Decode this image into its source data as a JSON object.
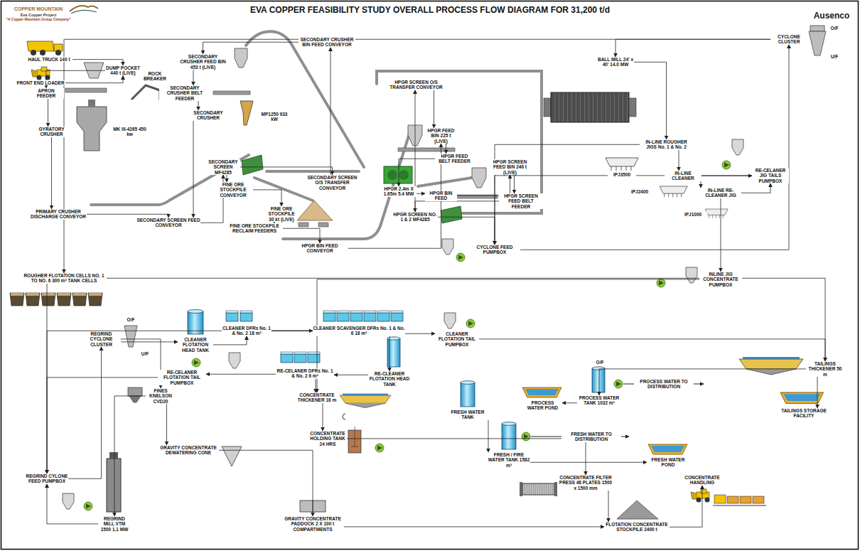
{
  "diagram": {
    "title": "EVA COPPER FEASIBILITY STUDY OVERALL PROCESS FLOW DIAGRAM FOR 31,200 t/d",
    "nodes": [
      {
        "text": [
          "HAUL TRUCK 140 t"
        ]
      },
      {
        "text": [
          "FRONT END LOADER"
        ]
      },
      {
        "text": [
          "DUMP POCKET 440 t (LIVE)"
        ]
      },
      {
        "text": [
          "APRON FEEDER"
        ]
      },
      {
        "text": [
          "ROCK BREAKER"
        ]
      },
      {
        "text": [
          "GYRATORY CRUSHER",
          "MK III-4265 450 kw"
        ]
      },
      {
        "text": [
          "PRIMARY CRUSHER DISCHARGE CONVEYOR"
        ]
      },
      {
        "text": [
          "SECONDARY SCREEN FEED CONVEYOR"
        ]
      },
      {
        "text": [
          "SECONDARY CRUSHER FEED BIN 453 t (LIVE)"
        ]
      },
      {
        "text": [
          "SECONDARY CRUSHER BELT FEEDER"
        ]
      },
      {
        "text": [
          "SECONDARY CRUSHER BIN FEED CONVEYOR"
        ]
      },
      {
        "text": [
          "SECONDARY CRUSHER",
          "MP1250 933 kW"
        ]
      },
      {
        "text": [
          "SECONDARY SCREEN MF4285"
        ]
      },
      {
        "text": [
          "SECONDARY SCREEN O/S TRANSFER CONVEYOR"
        ]
      },
      {
        "text": [
          "FINE ORE STOCKPILE CONVEYOR"
        ]
      },
      {
        "text": [
          "FINE ORE STOCKPILE 30 kt (LIVE)"
        ]
      },
      {
        "text": [
          "FINE ORE STOCKPILE RECLAIM FEEDERS"
        ]
      },
      {
        "text": [
          "HPGR BIN FEED CONVEYOR"
        ]
      },
      {
        "text": [
          "HPGR SCREEN O/S TRANSFER CONVEYOR"
        ]
      },
      {
        "text": [
          "HPGR FEED BIN 225 t (LIVE)"
        ]
      },
      {
        "text": [
          "HPGR FEED BELT FEEDER"
        ]
      },
      {
        "text": [
          "HPGR 2.4m X 1.65m 5.4 MW"
        ]
      },
      {
        "text": [
          "HPGR BIN FEED"
        ]
      },
      {
        "text": [
          "HPGR SCREEN FEED BIN 246 t (LIVE)"
        ]
      },
      {
        "text": [
          "HPGR SCREEN FEED BELT FEEDER"
        ]
      },
      {
        "text": [
          "HPGR SCREEN NO. 1 & 2 MF4285"
        ]
      },
      {
        "text": [
          "BALL MILL 24' x 40' 14.0 MW"
        ]
      },
      {
        "text": [
          "CYCLONE CLUSTER"
        ]
      },
      {
        "text": [
          "IN-LINE ROUGHER JIGS No. 1 & No. 2",
          "IPJ3500"
        ]
      },
      {
        "text": [
          "IN-LINE CLEANER",
          "IPJ2400"
        ]
      },
      {
        "text": [
          "IN-LINE RE-CLEANER JIG",
          "IPJ1000"
        ]
      },
      {
        "text": [
          "RE-CELANER JIG TAILS PUMPBOX"
        ]
      },
      {
        "text": [
          "CYCLONE FEED PUMPBOX"
        ]
      },
      {
        "text": [
          "INLINE JIG CONCENTRATE PUMPBOX"
        ]
      },
      {
        "text": [
          "ROUGHER FLOTATION CELLS NO. 1 TO NO. 6 300 m³ TANK CELLS"
        ]
      },
      {
        "text": [
          "REGRIND CYCLONE CLUSTER"
        ]
      },
      {
        "text": [
          "CLEANER FLOTATION HEAD TANK"
        ]
      },
      {
        "text": [
          "CLEANER DFRs No. 1 & No. 2 18 m³"
        ]
      },
      {
        "text": [
          "CLEANER SCAVENGER DFRs No. 1 & No. 6 18 m³"
        ]
      },
      {
        "text": [
          "CLEANER FLOTATION TAIL PUMPBOX"
        ]
      },
      {
        "text": [
          "RE-CELANER FLOTATION TAIL PUMPBOX"
        ]
      },
      {
        "text": [
          "RE-CELANER DFRs No. 1 & No. 2 6 m³"
        ]
      },
      {
        "text": [
          "RE-CLEANER FLOTATION HEAD TANK"
        ]
      },
      {
        "text": [
          "FINES KNELSON CVD20"
        ]
      },
      {
        "text": [
          "REGRIND CYLONE FEED PUMPBOX"
        ]
      },
      {
        "text": [
          "REGRIND MILL VTM 1500 1.1 MW"
        ]
      },
      {
        "text": [
          "GRAVITY CONCENTRATE DEWATERING CONE"
        ]
      },
      {
        "text": [
          "GRAVITY CONCENTRATE PADDOCK 2 X 100 t COMPARTMENTS"
        ]
      },
      {
        "text": [
          "CONCENTRATE THICKENER 16 m"
        ]
      },
      {
        "text": [
          "CONCENTRATE HOLDING TANK 24 HRS"
        ]
      },
      {
        "text": [
          "TAILINGS THICKENER 50 m"
        ]
      },
      {
        "text": [
          "PROCESS WATER POND"
        ]
      },
      {
        "text": [
          "PROCESS WATER TANK 1032 m³"
        ]
      },
      {
        "text": [
          "TAILINGS STORAGE FACILITY"
        ]
      },
      {
        "text": [
          "FRESH WATER TANK"
        ]
      },
      {
        "text": [
          "FRESH / FIRE WATER TANK 1582 m³"
        ]
      },
      {
        "text": [
          "FRESH WATER POND"
        ]
      },
      {
        "text": [
          "CONCENTRATE FILTER PRESS 48 PLATES 1500 x 1500 mm"
        ]
      },
      {
        "text": [
          "FLOTATION CONCENTRATE STOCKPILE 2400 t"
        ]
      },
      {
        "text": [
          "CONCENTRATE HANDLING"
        ]
      }
    ],
    "edges": [
      {
        "from": 0,
        "to": 2,
        "arrow": "to"
      },
      {
        "from": 1,
        "to": 2,
        "arrow": "to"
      },
      {
        "from": 2,
        "to": 3,
        "arrow": "to"
      },
      {
        "from": 3,
        "to": 5,
        "arrow": "to"
      },
      {
        "from": 5,
        "to": 6,
        "arrow": "to"
      },
      {
        "from": 6,
        "to": 7,
        "arrow": "to"
      },
      {
        "from": 7,
        "to": 12,
        "arrow": "to"
      },
      {
        "from": 12,
        "to": 13,
        "arrow": "to"
      },
      {
        "from": 13,
        "to": 10,
        "arrow": "to"
      },
      {
        "from": 10,
        "to": 8,
        "arrow": "to"
      },
      {
        "from": 8,
        "to": 9,
        "arrow": "to"
      },
      {
        "from": 9,
        "to": 11,
        "arrow": "to"
      },
      {
        "from": 11,
        "to": 7,
        "arrow": "to"
      },
      {
        "from": 12,
        "to": 14,
        "arrow": "to"
      },
      {
        "from": 14,
        "to": 15,
        "arrow": "to"
      },
      {
        "from": 15,
        "to": 16,
        "arrow": "to"
      },
      {
        "from": 16,
        "to": 17,
        "arrow": "to"
      },
      {
        "from": 17,
        "to": 19,
        "arrow": "to"
      },
      {
        "from": 19,
        "to": 20,
        "arrow": "to"
      },
      {
        "from": 20,
        "to": 21,
        "arrow": "to"
      },
      {
        "from": 21,
        "to": 22,
        "arrow": "to"
      },
      {
        "from": 22,
        "to": 23,
        "arrow": "to"
      },
      {
        "from": 23,
        "to": 24,
        "arrow": "to"
      },
      {
        "from": 24,
        "to": 25,
        "arrow": "to"
      },
      {
        "from": 25,
        "to": 18,
        "arrow": "to"
      },
      {
        "from": 18,
        "to": 19,
        "arrow": "to"
      },
      {
        "from": 25,
        "to": 32,
        "arrow": "to"
      },
      {
        "from": 32,
        "to": 27,
        "arrow": "to"
      },
      {
        "from": 27,
        "to": 26,
        "arrow": "to"
      },
      {
        "from": 26,
        "to": 28,
        "arrow": "to"
      },
      {
        "from": 28,
        "to": 29,
        "arrow": "to"
      },
      {
        "from": 29,
        "to": 30,
        "arrow": "to"
      },
      {
        "from": 30,
        "to": 33,
        "arrow": "to"
      },
      {
        "from": 28,
        "to": 32,
        "arrow": "to"
      },
      {
        "from": 29,
        "to": 31,
        "arrow": "to"
      },
      {
        "from": 30,
        "to": 31,
        "arrow": "to"
      },
      {
        "from": 31,
        "to": 32,
        "arrow": "to"
      },
      {
        "from": 27,
        "to": 34,
        "arrow": "to"
      },
      {
        "from": 34,
        "to": 44,
        "arrow": "to"
      },
      {
        "from": 34,
        "to": 50,
        "arrow": "to"
      },
      {
        "from": 33,
        "to": 48,
        "arrow": "to"
      },
      {
        "from": 44,
        "to": 35,
        "arrow": "to"
      },
      {
        "from": 35,
        "to": 36,
        "arrow": "to"
      },
      {
        "from": 35,
        "to": 43,
        "arrow": "to"
      },
      {
        "from": 43,
        "to": 45,
        "arrow": "to"
      },
      {
        "from": 43,
        "to": 46,
        "arrow": "to"
      },
      {
        "from": 45,
        "to": 44,
        "arrow": "to"
      },
      {
        "from": 46,
        "to": 47,
        "arrow": "to"
      },
      {
        "from": 36,
        "to": 37,
        "arrow": "to"
      },
      {
        "from": 37,
        "to": 42,
        "arrow": "to"
      },
      {
        "from": 37,
        "to": 38,
        "arrow": "to"
      },
      {
        "from": 38,
        "to": 39,
        "arrow": "to"
      },
      {
        "from": 38,
        "to": 44,
        "arrow": "to"
      },
      {
        "from": 39,
        "to": 50,
        "arrow": "to"
      },
      {
        "from": 42,
        "to": 41,
        "arrow": "to"
      },
      {
        "from": 41,
        "to": 40,
        "arrow": "to"
      },
      {
        "from": 41,
        "to": 48,
        "arrow": "to"
      },
      {
        "from": 40,
        "to": 44,
        "arrow": "to"
      },
      {
        "from": 48,
        "to": 49,
        "arrow": "to"
      },
      {
        "from": 49,
        "to": 57,
        "arrow": "to"
      },
      {
        "from": 57,
        "to": 58,
        "arrow": "to"
      },
      {
        "from": 47,
        "to": 58,
        "arrow": "to"
      },
      {
        "from": 58,
        "to": 59,
        "arrow": "to"
      },
      {
        "from": 50,
        "to": 53,
        "arrow": "to"
      },
      {
        "from": 50,
        "to": 52,
        "arrow": "to"
      },
      {
        "from": 52,
        "to": 51,
        "arrow": "to"
      },
      {
        "from": 54,
        "to": 55,
        "arrow": "to"
      },
      {
        "from": 55,
        "to": 56,
        "arrow": "to"
      }
    ],
    "labels": [
      "COPPER MOUNTAIN",
      "Eva Copper Project",
      "\"A Copper Mountain Group Company\"",
      "Ausenco",
      "O/F",
      "U/F",
      "O/F",
      "U/F",
      "O/F",
      "PROCESS WATER TO DISTRIBUTION",
      "FRESH WATER TO DISTRIBUTION"
    ]
  }
}
